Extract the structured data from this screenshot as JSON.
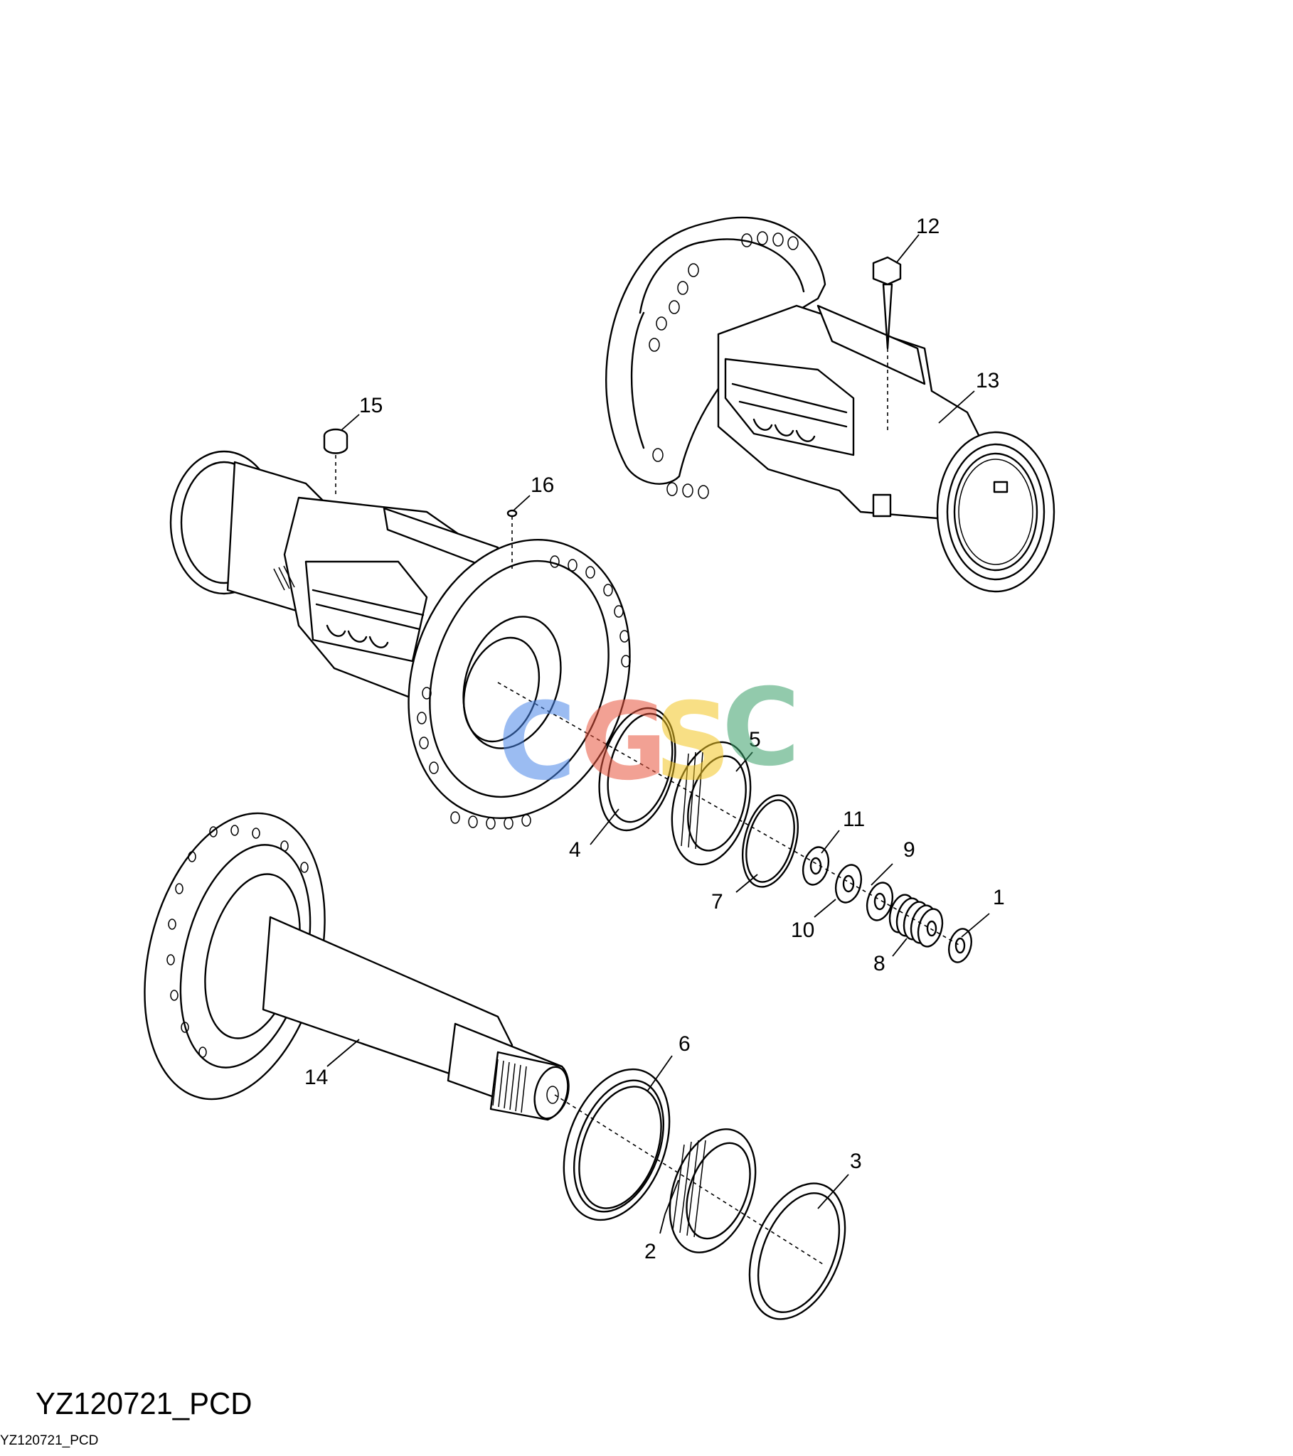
{
  "figure": {
    "title": "YZ120721_PCD",
    "caption": "YZ120721_PCD"
  },
  "watermark": {
    "letters": [
      "C",
      "G",
      "S",
      "C"
    ],
    "colors": [
      "#4a86e8",
      "#e8553e",
      "#f3c623",
      "#3aa06a"
    ]
  },
  "callouts": [
    "1",
    "2",
    "3",
    "4",
    "5",
    "6",
    "7",
    "8",
    "9",
    "10",
    "11",
    "12",
    "13",
    "14",
    "15",
    "16"
  ],
  "parts_shown": [
    "axle-housing-upper",
    "axle-housing-lower",
    "axle-shaft-with-hub-flange",
    "bearing-cups",
    "tapered-roller-bearings",
    "shims",
    "washers",
    "fill-plug",
    "cap-screw",
    "vent-plug"
  ],
  "line_color": "#000000"
}
